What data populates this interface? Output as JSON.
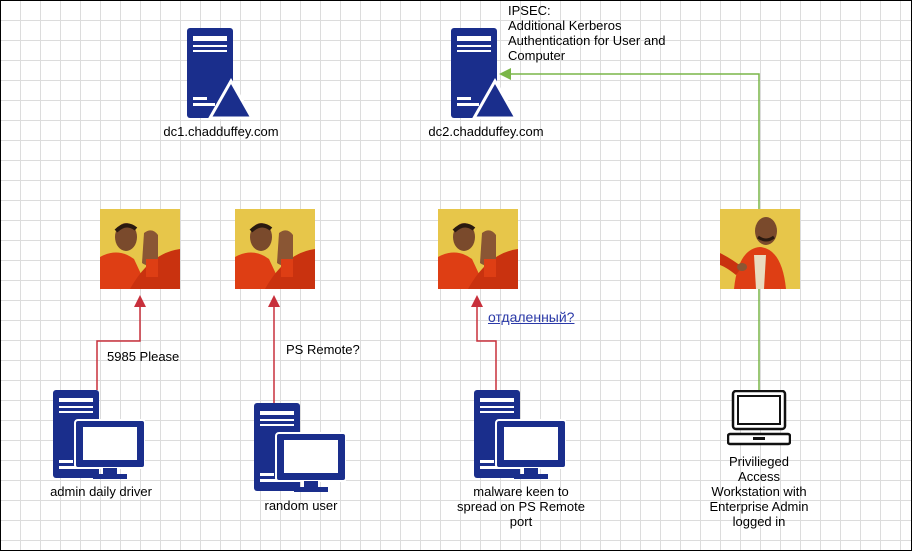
{
  "servers": [
    {
      "id": "dc1",
      "label": "dc1.chadduffey.com",
      "icon": "server-icon"
    },
    {
      "id": "dc2",
      "label": "dc2.chadduffey.com",
      "icon": "server-icon"
    }
  ],
  "ipsec_note": [
    "IPSEC:",
    "Additional Kerberos",
    "Authentication for User and",
    "Computer"
  ],
  "workstations": [
    {
      "id": "admin",
      "label": [
        "admin daily driver"
      ],
      "edge_label": "5985 Please",
      "reaction": "drake-no"
    },
    {
      "id": "random",
      "label": [
        "random user"
      ],
      "edge_label": "PS Remote?",
      "reaction": "drake-no"
    },
    {
      "id": "malware",
      "label": [
        "malware keen to",
        "spread on PS Remote",
        "port"
      ],
      "edge_label": "отдаленный?",
      "reaction": "drake-no"
    },
    {
      "id": "paw",
      "label": [
        "Privilieged",
        "Access",
        "Workstation with",
        "Enterprise Admin",
        "logged in"
      ],
      "edge_label": "",
      "reaction": "drake-yes"
    }
  ],
  "colors": {
    "icon": "#1a2e8c",
    "blocked_edge": "#c8303c",
    "allowed_edge": "#7ab648",
    "meme_bg": "#e7c64a",
    "jacket": "#de3e14"
  }
}
